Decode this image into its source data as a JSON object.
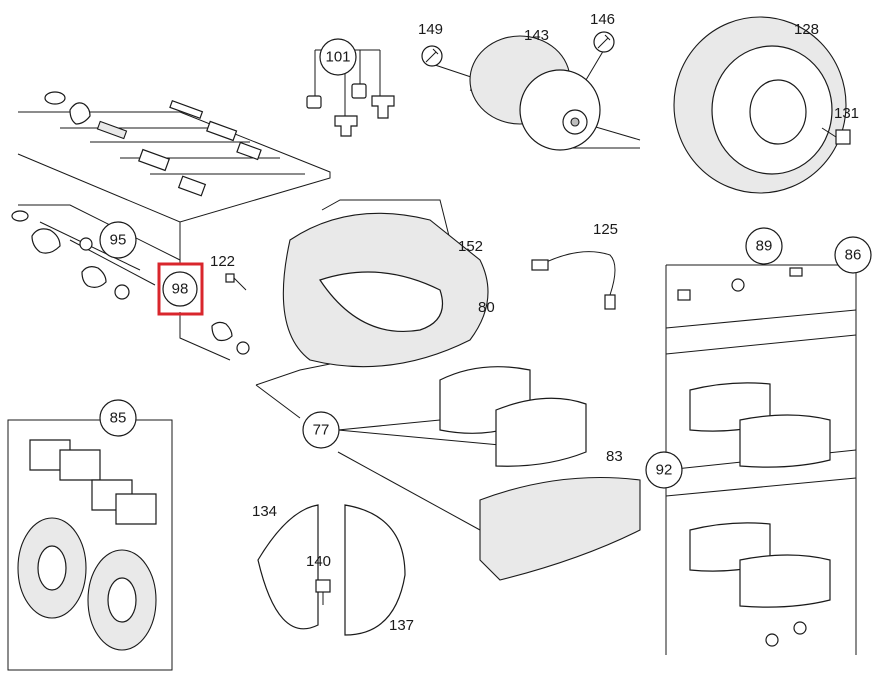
{
  "highlight_color": "#d9262c",
  "callouts": {
    "c101": "101",
    "c149": "149",
    "c143": "143",
    "c146": "146",
    "c128": "128",
    "c131": "131",
    "c95": "95",
    "c98": "98",
    "c122": "122",
    "c152": "152",
    "c125": "125",
    "c89": "89",
    "c86": "86",
    "c80": "80",
    "c77": "77",
    "c83": "83",
    "c85": "85",
    "c92": "92",
    "c134": "134",
    "c140": "140",
    "c137": "137"
  },
  "selected_callout": "98",
  "icons": [
    "wrench-icon"
  ]
}
